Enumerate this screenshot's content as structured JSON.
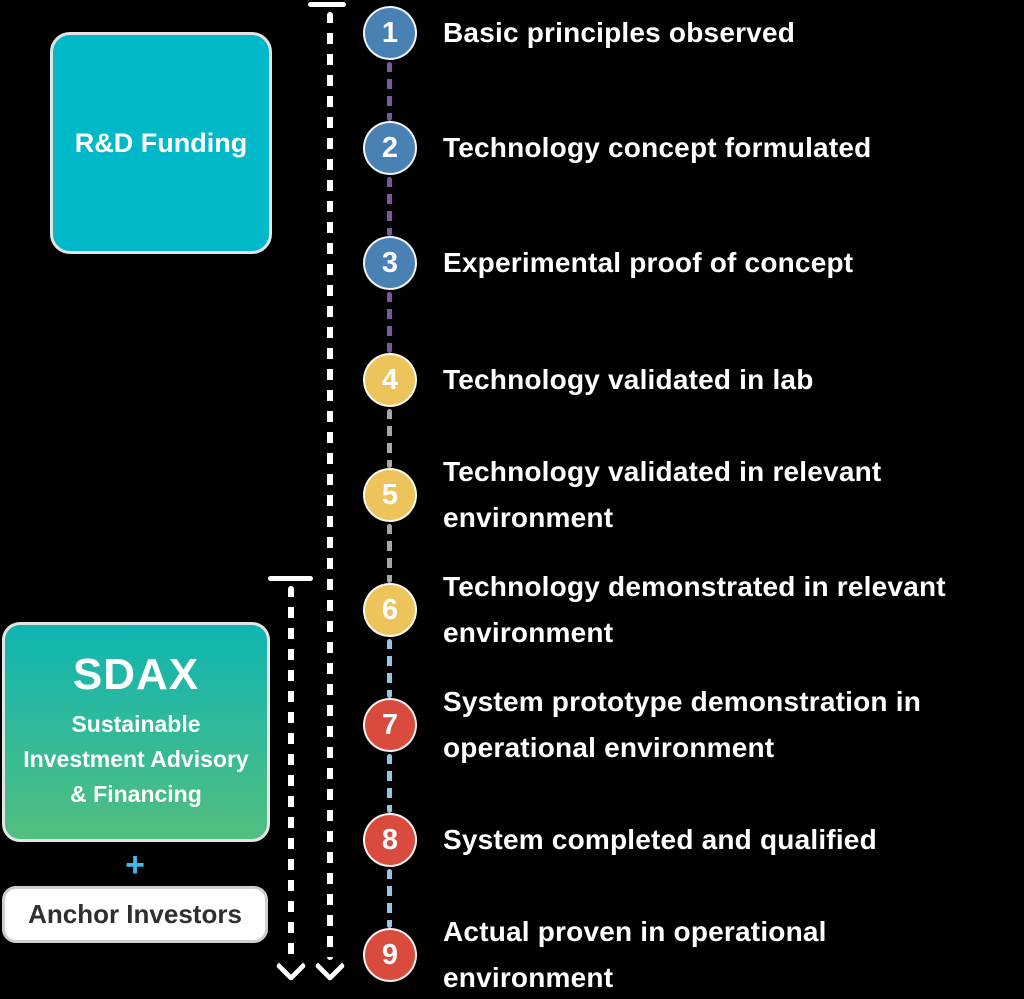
{
  "canvas": {
    "background": "#000000"
  },
  "funding_box": {
    "label": "R&D Funding",
    "color": "#00b9c8"
  },
  "sdax_box": {
    "title": "SDAX",
    "subtitle_lines": [
      "Sustainable",
      "Investment Advisory",
      "& Financing"
    ],
    "gradient_top": "#0fb5b2",
    "gradient_bottom": "#53be7f"
  },
  "plus_sign": "+",
  "anchor_box": {
    "label": "Anchor Investors"
  },
  "timeline": {
    "items": [
      {
        "n": "1",
        "color": "#4a81b5",
        "lines": [
          "Basic principles observed"
        ]
      },
      {
        "n": "2",
        "color": "#4a81b5",
        "lines": [
          "Technology concept formulated"
        ]
      },
      {
        "n": "3",
        "color": "#4a81b5",
        "lines": [
          "Experimental proof of concept"
        ]
      },
      {
        "n": "4",
        "color": "#edc35b",
        "lines": [
          "Technology validated in lab"
        ]
      },
      {
        "n": "5",
        "color": "#edc35b",
        "lines": [
          "Technology validated in relevant",
          "environment"
        ]
      },
      {
        "n": "6",
        "color": "#edc35b",
        "lines": [
          "Technology demonstrated in relevant",
          "environment"
        ]
      },
      {
        "n": "7",
        "color": "#d84b3d",
        "lines": [
          "System prototype demonstration in",
          "operational environment"
        ]
      },
      {
        "n": "8",
        "color": "#d84b3d",
        "lines": [
          "System completed and qualified"
        ]
      },
      {
        "n": "9",
        "color": "#d84b3d",
        "lines": [
          "Actual proven in operational",
          "environment"
        ]
      }
    ],
    "connector_colors": {
      "purple": "#7b57a2",
      "gray": "#a7a7a7",
      "light_blue": "#90c8e4"
    },
    "bracket_color": "#ffffff"
  }
}
